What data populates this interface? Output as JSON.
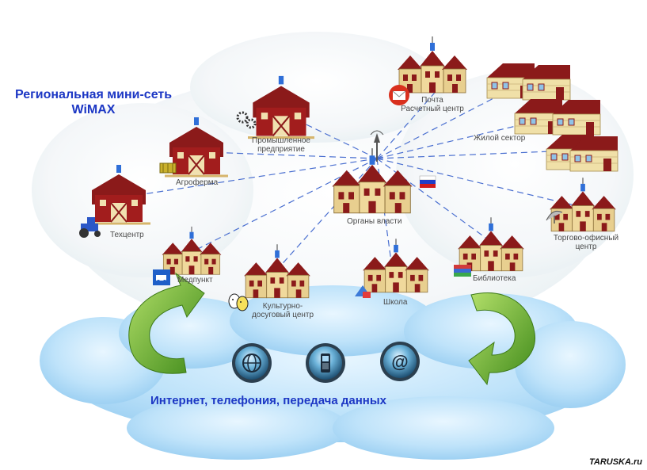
{
  "title": {
    "line1": "Региональная мини-сеть",
    "line2": "WiMAX"
  },
  "services_label": "Интернет, телефония, передача данных",
  "watermark": "TARUSKA.ru",
  "hub": {
    "label": "Органы власти"
  },
  "nodes": {
    "pochta": {
      "line1": "Почта",
      "line2": "Расчетный центр"
    },
    "zhiloy": {
      "label": "Жилой сектор"
    },
    "prom": {
      "line1": "Промышленное",
      "line2": "предприятие"
    },
    "agro": {
      "label": "Агроферма"
    },
    "tech": {
      "label": "Техцентр"
    },
    "torg": {
      "line1": "Торгово-офисный",
      "line2": "центр"
    },
    "med": {
      "label": "Медпункт"
    },
    "kult": {
      "line1": "Культурно-",
      "line2": "досуговый центр"
    },
    "shkola": {
      "label": "Школа"
    },
    "bibl": {
      "label": "Библиотека"
    }
  },
  "service_icons": [
    "globe-icon",
    "mobile-phone-icon",
    "at-sign-icon"
  ],
  "colors": {
    "title_blue": "#1c37c4",
    "link_blue": "#4a6fd0",
    "roof_red": "#8b1a1a",
    "wall_tan": "#e8cf8f",
    "cloud_blue": "#a9d8f5",
    "arrow_green": "#6fae2a"
  }
}
